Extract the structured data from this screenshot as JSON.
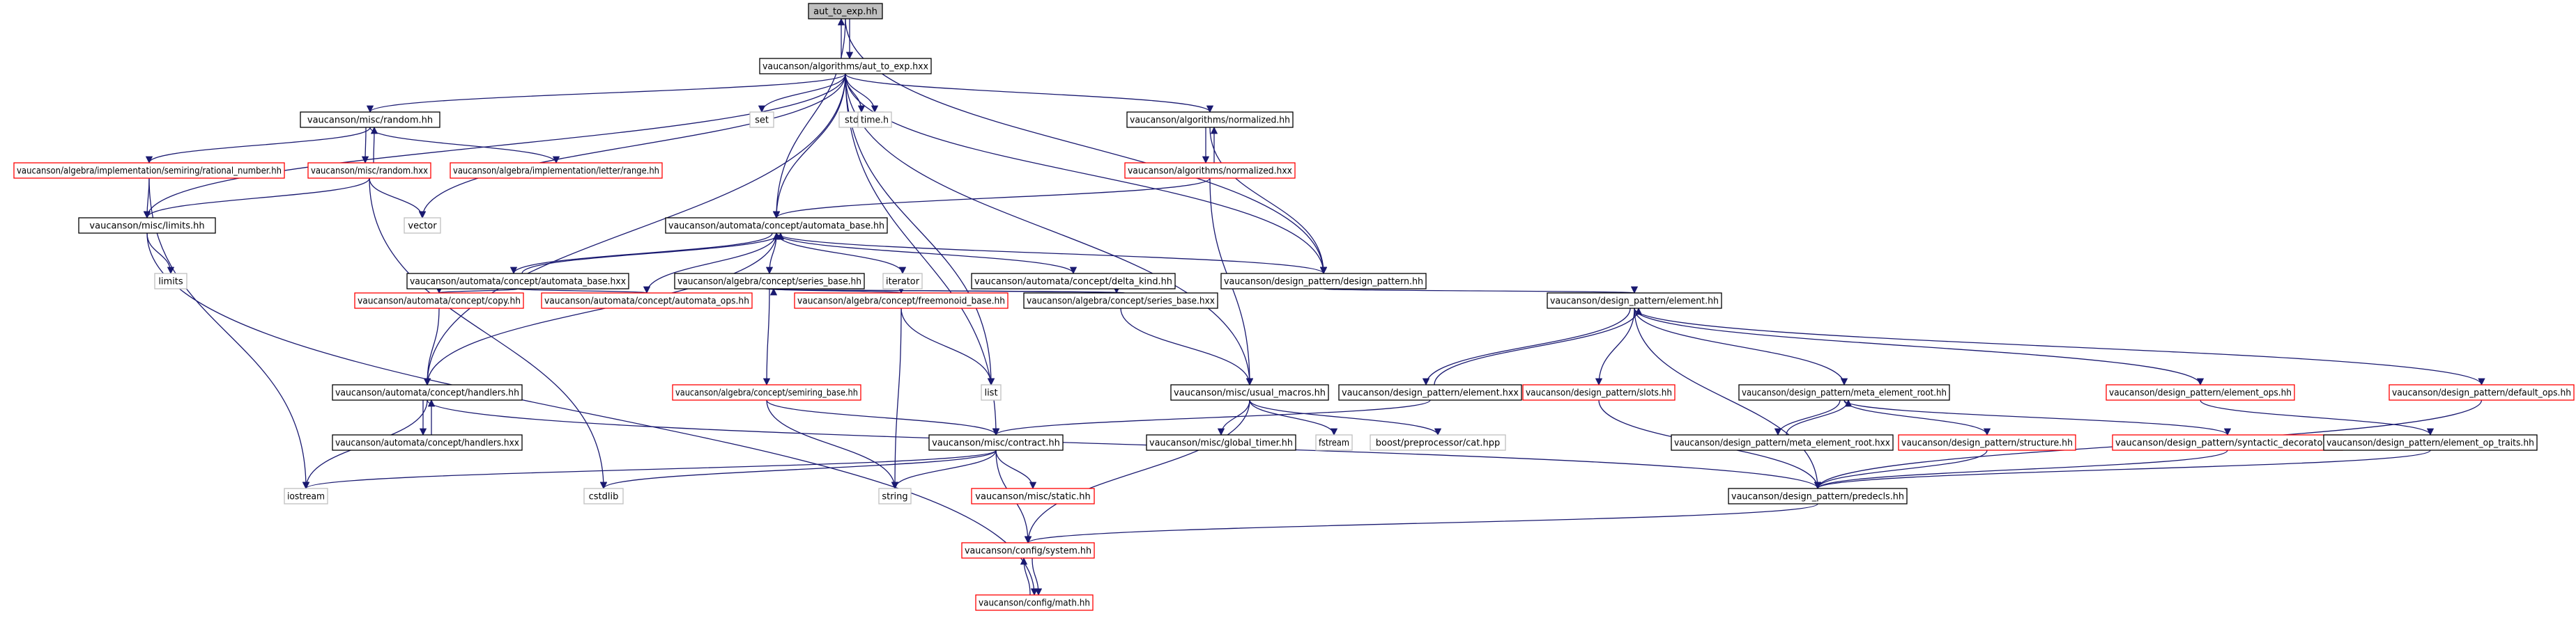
{
  "colors": {
    "edge": "#191970",
    "documented": "#000000",
    "undocumented": "#ff0000",
    "system": "#bfbfbf",
    "root_fill": "#bfbfbf"
  },
  "nodes": [
    {
      "id": "root",
      "label": "aut_to_exp.hh",
      "kind": "root"
    },
    {
      "id": "aut_hxx",
      "label": "vaucanson/algorithms/aut_to_exp.hxx",
      "kind": "black"
    },
    {
      "id": "random_hh",
      "label": "vaucanson/misc/random.hh",
      "kind": "black"
    },
    {
      "id": "set",
      "label": "set",
      "kind": "grey"
    },
    {
      "id": "stdlib_h",
      "label": "stdlib.h",
      "kind": "grey"
    },
    {
      "id": "time_h",
      "label": "time.h",
      "kind": "grey"
    },
    {
      "id": "normalized_hh",
      "label": "vaucanson/algorithms/normalized.hh",
      "kind": "black"
    },
    {
      "id": "rational",
      "label": "vaucanson/algebra/implementation/semiring/rational_number.hh",
      "kind": "red"
    },
    {
      "id": "random_hxx",
      "label": "vaucanson/misc/random.hxx",
      "kind": "red"
    },
    {
      "id": "letter_range",
      "label": "vaucanson/algebra/implementation/letter/range.hh",
      "kind": "red"
    },
    {
      "id": "normalized_hxx",
      "label": "vaucanson/algorithms/normalized.hxx",
      "kind": "red"
    },
    {
      "id": "limits_hh",
      "label": "vaucanson/misc/limits.hh",
      "kind": "black"
    },
    {
      "id": "vector",
      "label": "vector",
      "kind": "grey"
    },
    {
      "id": "automata_base_hh",
      "label": "vaucanson/automata/concept/automata_base.hh",
      "kind": "black"
    },
    {
      "id": "limits",
      "label": "limits",
      "kind": "grey"
    },
    {
      "id": "automata_base_hxx",
      "label": "vaucanson/automata/concept/automata_base.hxx",
      "kind": "black"
    },
    {
      "id": "series_base_hh",
      "label": "vaucanson/algebra/concept/series_base.hh",
      "kind": "black"
    },
    {
      "id": "iterator",
      "label": "iterator",
      "kind": "grey"
    },
    {
      "id": "delta_kind",
      "label": "vaucanson/automata/concept/delta_kind.hh",
      "kind": "black"
    },
    {
      "id": "design_pattern_hh",
      "label": "vaucanson/design_pattern/design_pattern.hh",
      "kind": "black"
    },
    {
      "id": "copy_hh",
      "label": "vaucanson/automata/concept/copy.hh",
      "kind": "red"
    },
    {
      "id": "automata_ops",
      "label": "vaucanson/automata/concept/automata_ops.hh",
      "kind": "red"
    },
    {
      "id": "freemonoid",
      "label": "vaucanson/algebra/concept/freemonoid_base.hh",
      "kind": "red"
    },
    {
      "id": "series_base_hxx",
      "label": "vaucanson/algebra/concept/series_base.hxx",
      "kind": "black"
    },
    {
      "id": "element_hh",
      "label": "vaucanson/design_pattern/element.hh",
      "kind": "black"
    },
    {
      "id": "handlers_hh",
      "label": "vaucanson/automata/concept/handlers.hh",
      "kind": "black"
    },
    {
      "id": "semiring_base",
      "label": "vaucanson/algebra/concept/semiring_base.hh",
      "kind": "red"
    },
    {
      "id": "list",
      "label": "list",
      "kind": "grey"
    },
    {
      "id": "usual_macros",
      "label": "vaucanson/misc/usual_macros.hh",
      "kind": "black"
    },
    {
      "id": "element_hxx",
      "label": "vaucanson/design_pattern/element.hxx",
      "kind": "black"
    },
    {
      "id": "slots_hh",
      "label": "vaucanson/design_pattern/slots.hh",
      "kind": "red"
    },
    {
      "id": "meta_root_hh",
      "label": "vaucanson/design_pattern/meta_element_root.hh",
      "kind": "black"
    },
    {
      "id": "element_ops",
      "label": "vaucanson/design_pattern/element_ops.hh",
      "kind": "red"
    },
    {
      "id": "default_ops",
      "label": "vaucanson/design_pattern/default_ops.hh",
      "kind": "red"
    },
    {
      "id": "handlers_hxx",
      "label": "vaucanson/automata/concept/handlers.hxx",
      "kind": "black"
    },
    {
      "id": "contract_hh",
      "label": "vaucanson/misc/contract.hh",
      "kind": "black"
    },
    {
      "id": "global_timer",
      "label": "vaucanson/misc/global_timer.hh",
      "kind": "black"
    },
    {
      "id": "fstream",
      "label": "fstream",
      "kind": "grey"
    },
    {
      "id": "boost_cat",
      "label": "boost/preprocessor/cat.hpp",
      "kind": "grey"
    },
    {
      "id": "meta_root_hxx",
      "label": "vaucanson/design_pattern/meta_element_root.hxx",
      "kind": "black"
    },
    {
      "id": "structure_hh",
      "label": "vaucanson/design_pattern/structure.hh",
      "kind": "red"
    },
    {
      "id": "syntactic_decorator",
      "label": "vaucanson/design_pattern/syntactic_decorator.hh",
      "kind": "red"
    },
    {
      "id": "element_op_traits",
      "label": "vaucanson/design_pattern/element_op_traits.hh",
      "kind": "black"
    },
    {
      "id": "iostream",
      "label": "iostream",
      "kind": "grey"
    },
    {
      "id": "cstdlib",
      "label": "cstdlib",
      "kind": "grey"
    },
    {
      "id": "string",
      "label": "string",
      "kind": "grey"
    },
    {
      "id": "static_hh",
      "label": "vaucanson/misc/static.hh",
      "kind": "red"
    },
    {
      "id": "predecls",
      "label": "vaucanson/design_pattern/predecls.hh",
      "kind": "black"
    },
    {
      "id": "config_system",
      "label": "vaucanson/config/system.hh",
      "kind": "red"
    },
    {
      "id": "config_math",
      "label": "vaucanson/config/math.hh",
      "kind": "red"
    }
  ]
}
